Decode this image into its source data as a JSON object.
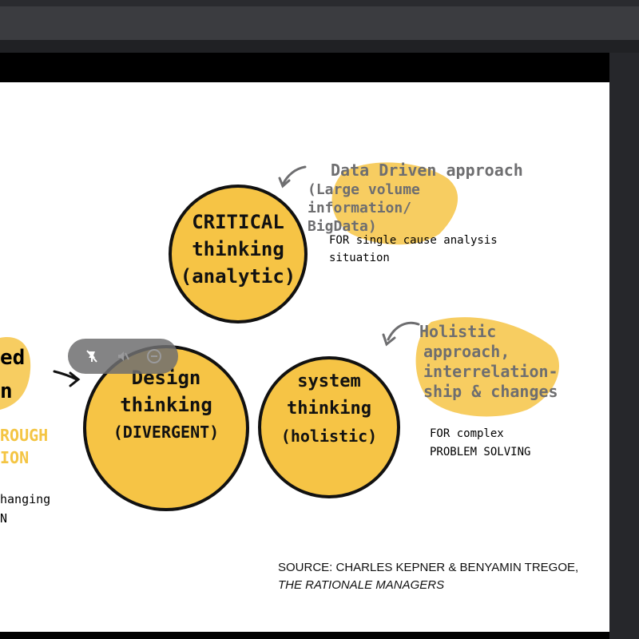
{
  "slide": {
    "left_partial": {
      "line1": "ed",
      "line2": "n",
      "yellow1": "ROUGH",
      "yellow2": "ION",
      "note1": "hanging",
      "note2": "N"
    },
    "critical": {
      "line1": "CRITICAL",
      "line2": "thinking",
      "line3": "(analytic)",
      "note_title": "Data Driven approach",
      "note_sub1": "(Large volume",
      "note_sub2": "information/",
      "note_sub3": "BigData)",
      "note_use1": "FOR single cause analysis",
      "note_use2": "situation"
    },
    "design": {
      "line1": "Design",
      "line2": "thinking",
      "line3": "(DIVERGENT)"
    },
    "system": {
      "line1": "system",
      "line2": "thinking",
      "line3": "(holistic)",
      "note1": "Holistic",
      "note2": "approach,",
      "note3": "interrelation-",
      "note4": "ship & changes",
      "note_use1": "FOR complex",
      "note_use2": "PROBLEM SOLVING"
    },
    "source_line1": "SOURCE: CHARLES KEPNER & BENYAMIN TREGOE,",
    "source_line2": "THE RATIONALE MANAGERS"
  },
  "overlay": {
    "icons": [
      "pin-off-icon",
      "mute-icon",
      "minus-icon"
    ]
  },
  "colors": {
    "accent_yellow": "#f6c445",
    "ink": "#111111",
    "note_grey": "#6e6e70"
  }
}
